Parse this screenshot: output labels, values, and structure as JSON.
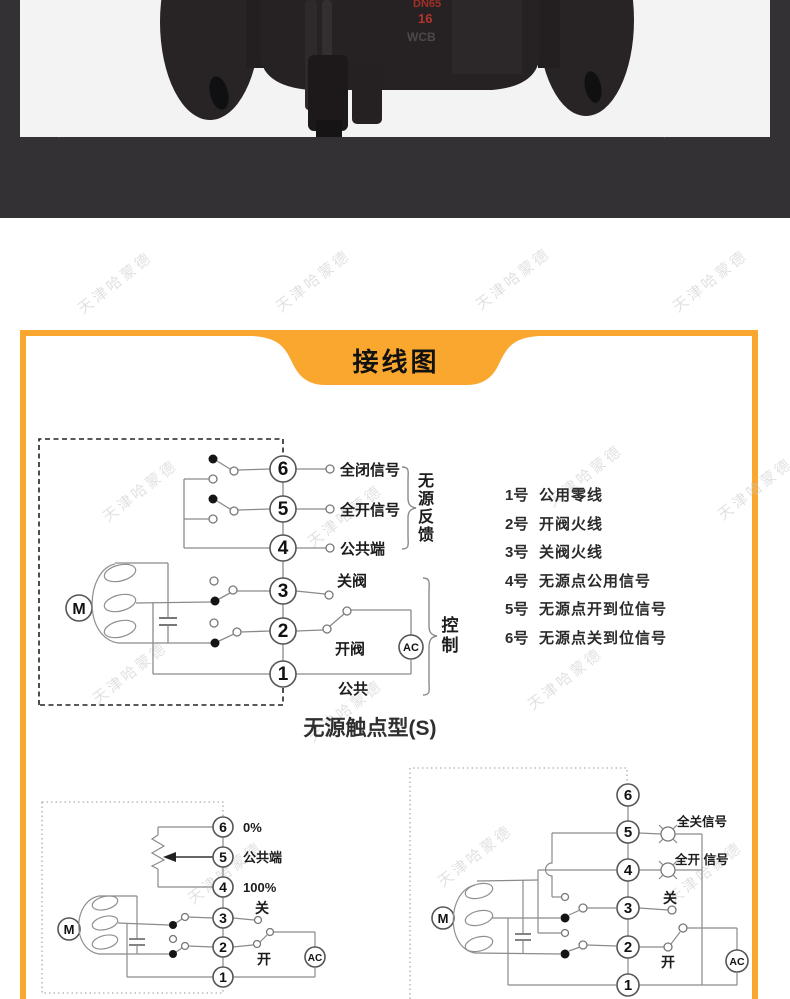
{
  "watermark": {
    "text": "天津哈蒙德"
  },
  "photo": {
    "marking_model": "DN65",
    "marking_pressure": "16",
    "marking_material": "WCB"
  },
  "banner": {
    "title": "接线图"
  },
  "main_diagram": {
    "terminals": [
      "6",
      "5",
      "4",
      "3",
      "2",
      "1"
    ],
    "motor": "M",
    "ac": "AC",
    "label_full_close_signal": "全闭信号",
    "label_full_open_signal": "全开信号",
    "label_common_terminal": "公共端",
    "label_close_valve": "关阀",
    "label_open_valve": "开阀",
    "label_common": "公共",
    "brace_feedback_chars": [
      "无",
      "源",
      "反",
      "馈"
    ],
    "brace_control_chars": [
      "控",
      "制"
    ],
    "caption": "无源触点型(S)"
  },
  "legend": {
    "items": [
      {
        "no": "1号",
        "text": "公用零线"
      },
      {
        "no": "2号",
        "text": "开阀火线"
      },
      {
        "no": "3号",
        "text": "关阀火线"
      },
      {
        "no": "4号",
        "text": "无源点公用信号"
      },
      {
        "no": "5号",
        "text": "无源点开到位信号"
      },
      {
        "no": "6号",
        "text": "无源点关到位信号"
      }
    ]
  },
  "pot_diagram": {
    "terminals": [
      "6",
      "5",
      "4",
      "3",
      "2",
      "1"
    ],
    "motor": "M",
    "ac": "AC",
    "label_zero": "0%",
    "label_common_terminal": "公共端",
    "label_hundred": "100%",
    "label_close": "关",
    "label_open": "开"
  },
  "lamp_diagram": {
    "terminals": [
      "6",
      "5",
      "4",
      "3",
      "2",
      "1"
    ],
    "motor": "M",
    "ac": "AC",
    "label_full_close_signal": "全关信号",
    "label_full_open_signal": "全开 信号",
    "label_close": "关",
    "label_open": "开"
  },
  "colors": {
    "accent_orange": "#F9A72E",
    "dark_band": "#333134",
    "photo_bg": "#F3F3F4",
    "wire_gray": "#8A8A8A",
    "marking_red": "#B5342C"
  }
}
